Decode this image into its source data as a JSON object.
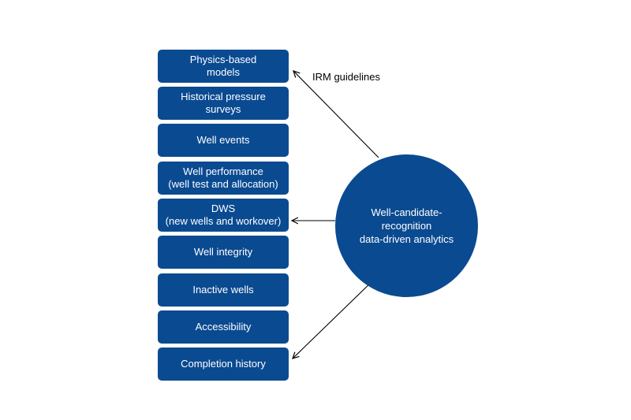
{
  "diagram": {
    "colors": {
      "box_fill": "#0a4a91",
      "circle_fill": "#0a4a91",
      "text_on_fill": "#ffffff",
      "arrow": "#000000"
    },
    "boxes": [
      {
        "line1": "Physics-based",
        "line2": "models"
      },
      {
        "line1": "Historical pressure",
        "line2": "surveys"
      },
      {
        "line1": "Well events",
        "line2": ""
      },
      {
        "line1": "Well performance",
        "line2": "(well test and allocation)"
      },
      {
        "line1": "DWS",
        "line2": "(new wells and workover)"
      },
      {
        "line1": "Well integrity",
        "line2": ""
      },
      {
        "line1": "Inactive wells",
        "line2": ""
      },
      {
        "line1": "Accessibility",
        "line2": ""
      },
      {
        "line1": "Completion history",
        "line2": ""
      }
    ],
    "center": {
      "line1": "Well-candidate-",
      "line2": "recognition",
      "line3": "data-driven analytics"
    },
    "arrow_label": "IRM guidelines"
  }
}
